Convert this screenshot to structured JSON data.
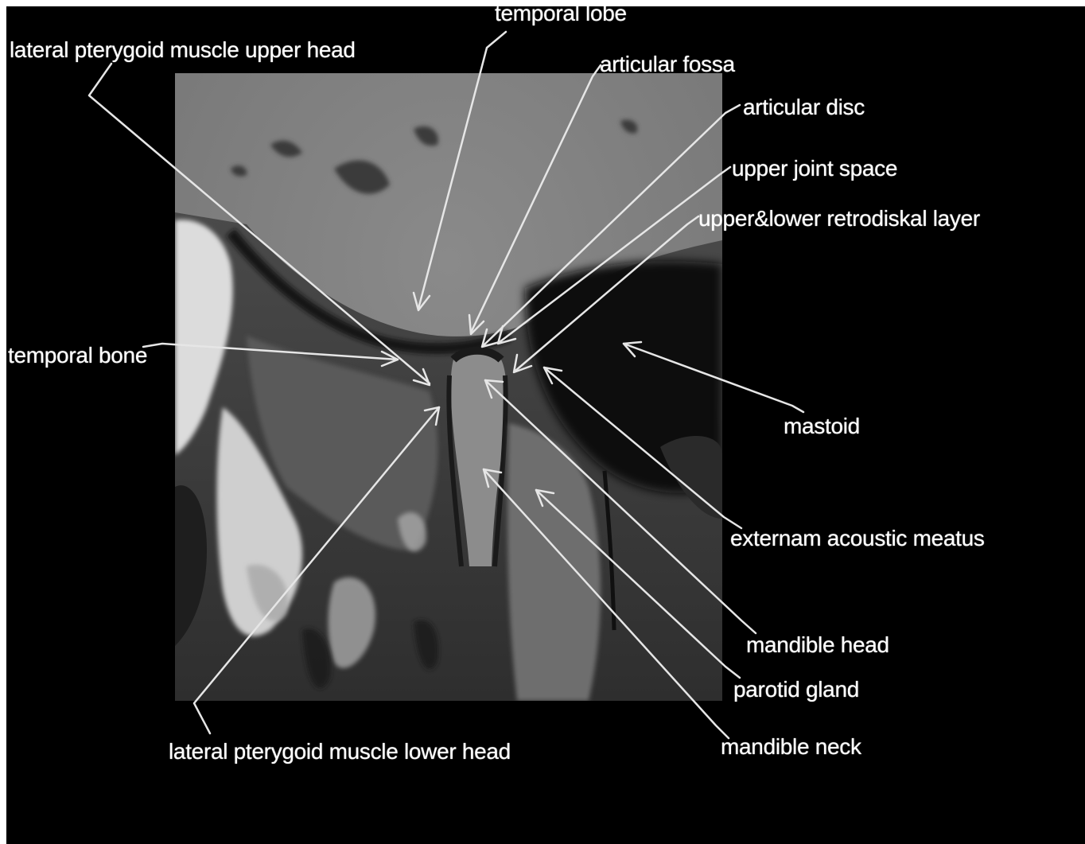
{
  "labels": {
    "temporal_lobe": "temporal lobe",
    "lpm_upper_head": "lateral pterygoid muscle upper head",
    "articular_fossa": "articular fossa",
    "articular_disc": "articular disc",
    "upper_joint_space": "upper joint space",
    "retrodiskal_layer": "upper&lower retrodiskal layer",
    "temporal_bone": "temporal bone",
    "mastoid": "mastoid",
    "external_acoustic_meatus": "externam acoustic meatus",
    "mandible_head": "mandible head",
    "parotid_gland": "parotid gland",
    "mandible_neck": "mandible neck",
    "lpm_lower_head": "lateral pterygoid muscle lower head"
  },
  "colors": {
    "background": "#000000",
    "label_text": "#ffffff",
    "arrow": "#e6e6e6",
    "mri_base": "#7f7f7f"
  },
  "image": {
    "kind": "MRI sagittal section of temporomandibular joint, grayscale"
  }
}
